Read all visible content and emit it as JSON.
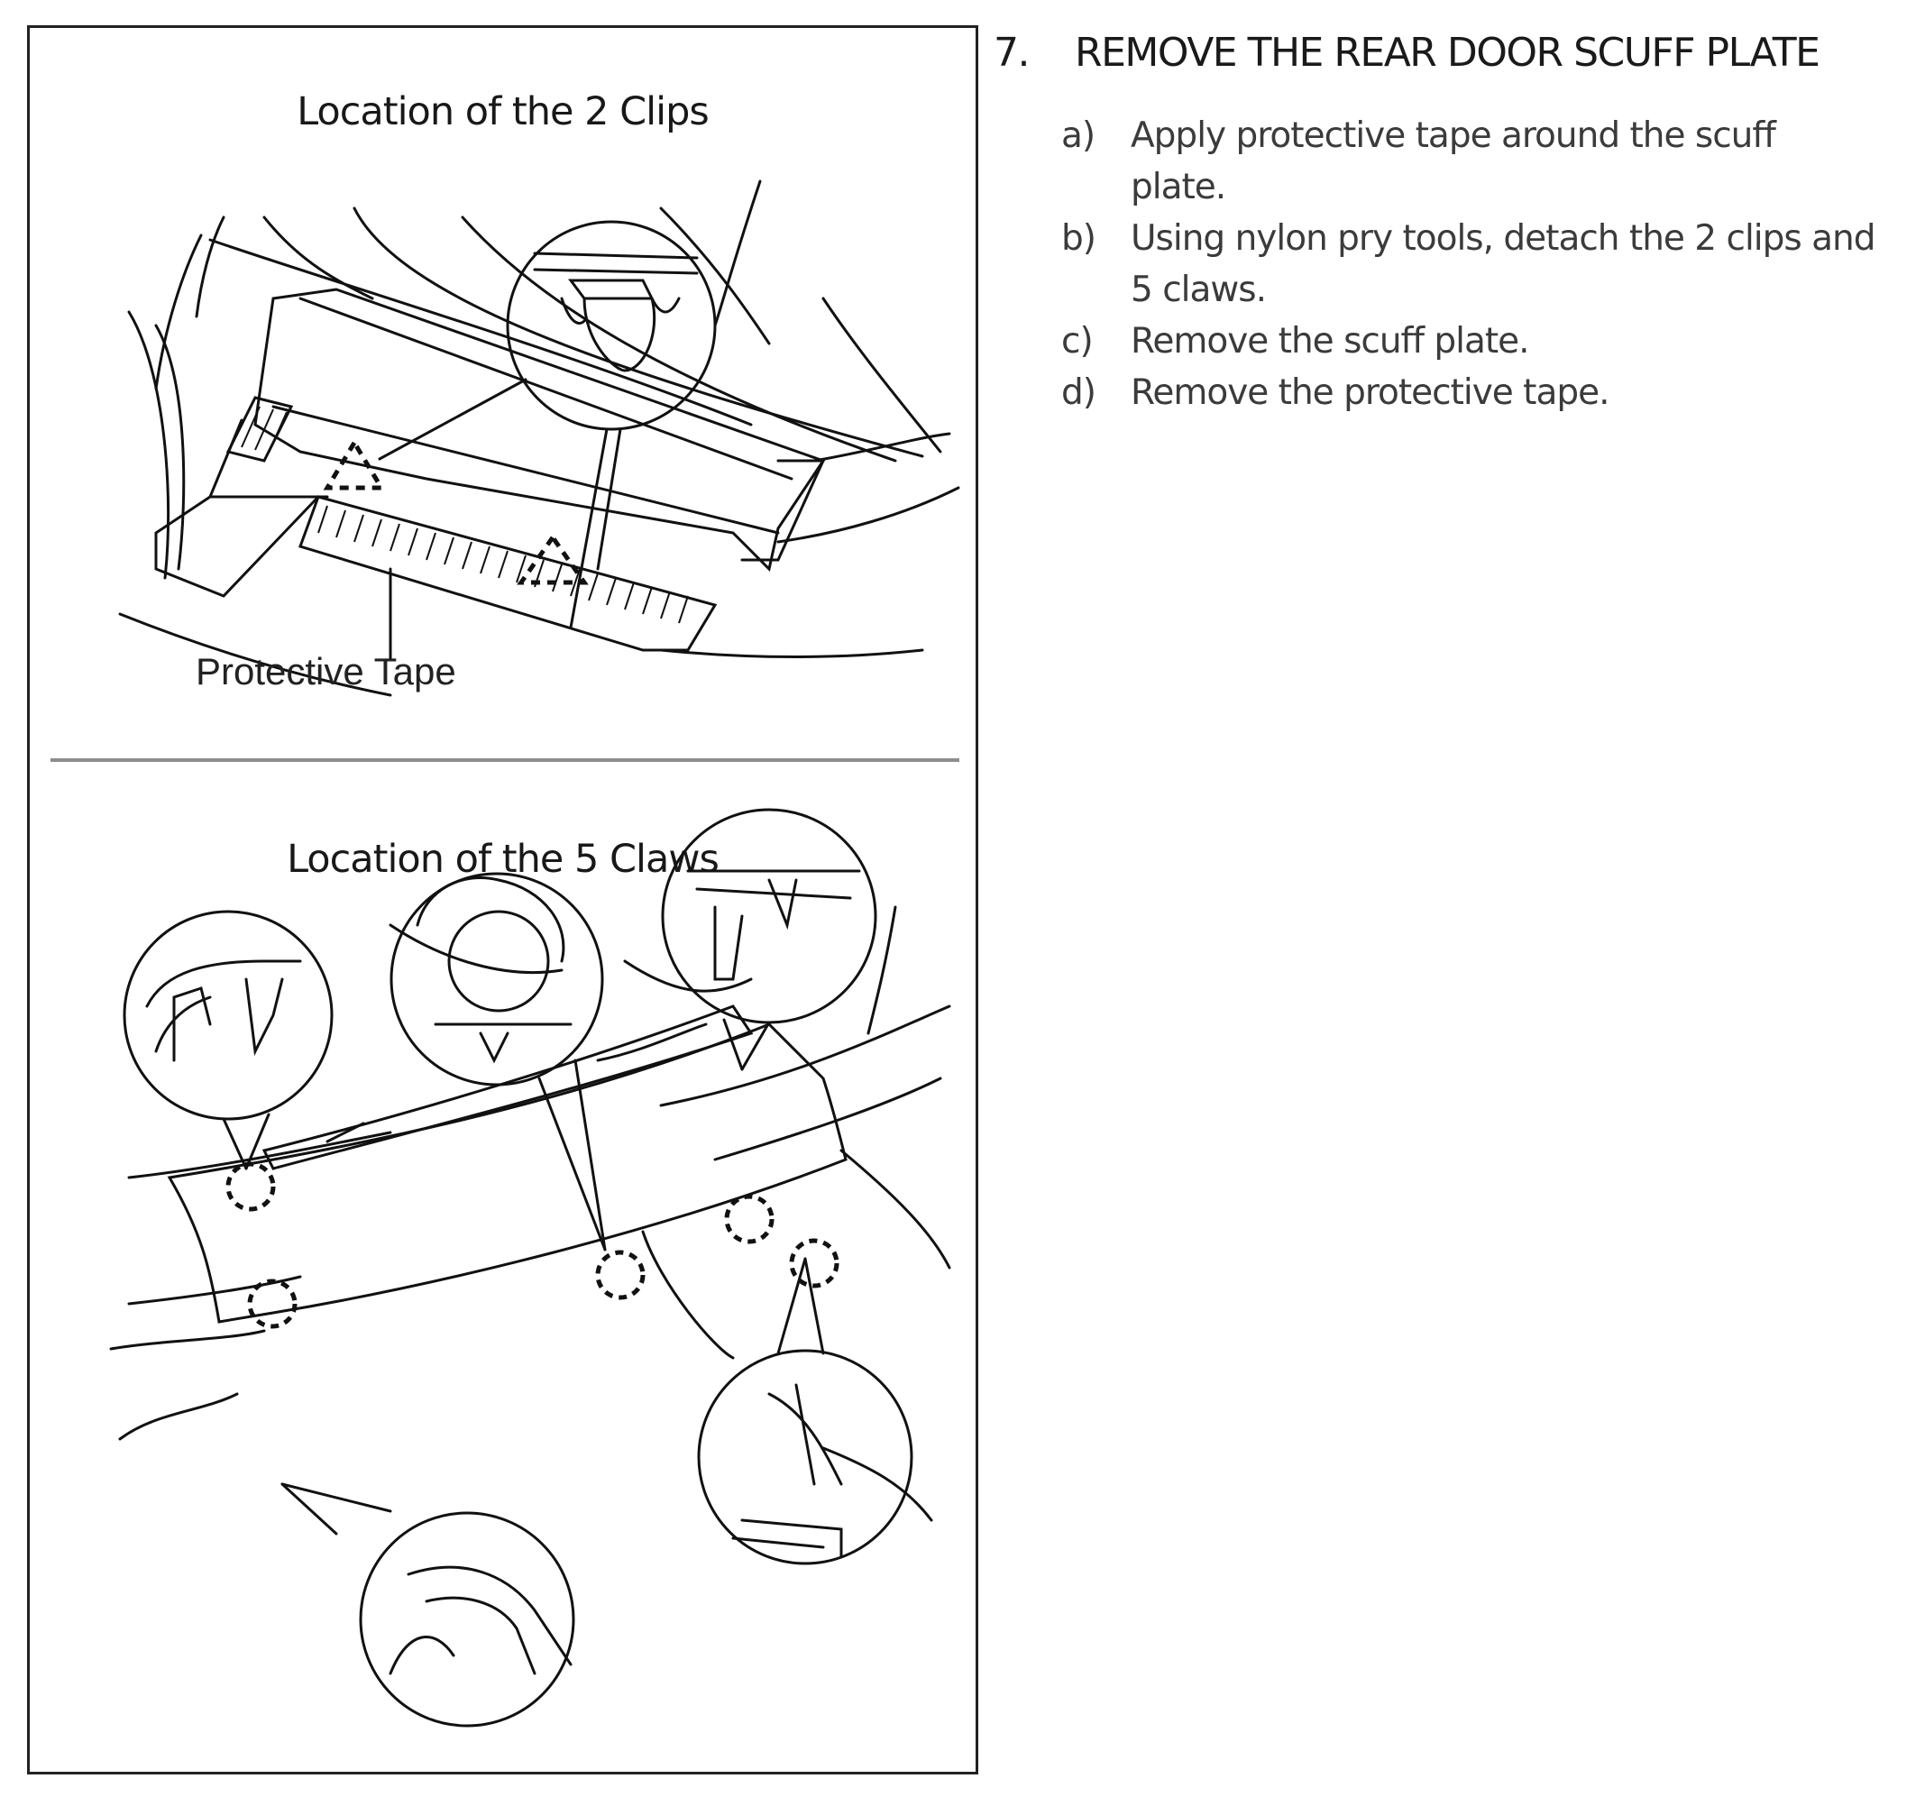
{
  "figure": {
    "top_panel": {
      "title": "Location of the 2 Clips",
      "callout": "Protective Tape"
    },
    "bottom_panel": {
      "title": "Location of the 5 Claws"
    }
  },
  "procedure": {
    "step_number": "7.",
    "heading": "REMOVE THE REAR DOOR SCUFF PLATE",
    "items": [
      {
        "marker": "a)",
        "text": "Apply protective tape around the scuff plate."
      },
      {
        "marker": "b)",
        "text": "Using nylon pry tools, detach the 2 clips and 5 claws."
      },
      {
        "marker": "c)",
        "text": "Remove the scuff plate."
      },
      {
        "marker": "d)",
        "text": "Remove the protective tape."
      }
    ]
  }
}
